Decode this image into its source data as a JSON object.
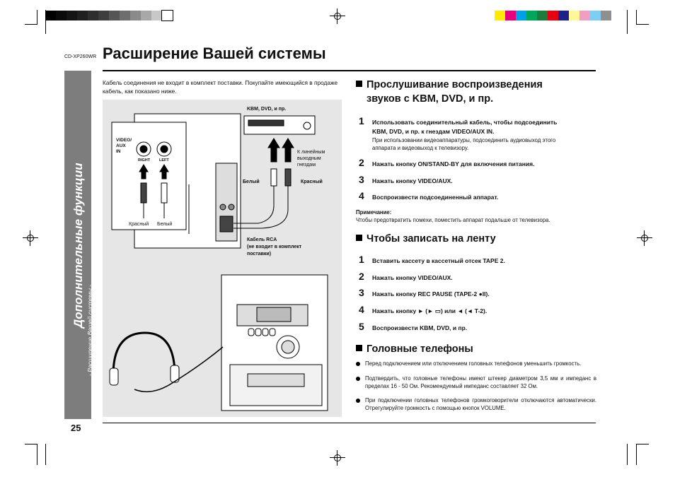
{
  "header": {
    "model": "CD-XP260WR",
    "title": "Расширение Вашей системы"
  },
  "side_tab": {
    "section": "Дополнительные функции",
    "subsection": "- Расширение Вашей системы -"
  },
  "page_number": "25",
  "intro_text": "Кабель соединения не входит в комплект поставки. Покупайте имеющийся в продаже кабель, как показано ниже.",
  "figure": {
    "label_source": "KBM, DVD, и пр.",
    "label_line_out": "К линейным выходным гнездам",
    "label_white": "Белый",
    "label_red": "Красный",
    "label_rca_1": "Кабель RCA",
    "label_rca_2": "(не входит в комплект",
    "label_rca_3": "поставки)",
    "label_jack_1": "VIDEO/",
    "label_jack_2": "AUX",
    "label_jack_3": "IN",
    "label_right": "RIGHT",
    "label_left": "LEFT",
    "label_inset_red": "Красный",
    "label_inset_white": "Белый"
  },
  "section1": {
    "heading_line1": "Прослушивание воспроизведения",
    "heading_line2": "звуков с KBM, DVD, и пр.",
    "step1_num": "1",
    "step1_line1": "Использовать соединительный кабель, чтобы подсоединить",
    "step1_line2": "KBM, DVD, и пр. к гнездам VIDEO/AUX IN.",
    "step1_note_line1": "При использовании видеоаппаратуры, подсоединить аудиовыход этого",
    "step1_note_line2": "аппарата и видеовыход к телевизору.",
    "step2_num": "2",
    "step2": "Нажать кнопку ON/STAND-BY для включения питания.",
    "step3_num": "3",
    "step3": "Нажать кнопку VIDEO/AUX.",
    "step4_num": "4",
    "step4": "Воспроизвести подсоединенный аппарат.",
    "note_title": "Примечание:",
    "note_text": "Чтобы предотвратить помехи, поместить аппарат подальше от телевизора."
  },
  "section2": {
    "heading": "Чтобы записать на ленту",
    "step1_num": "1",
    "step1": "Вставить кассету в кассетный отсек TAPE 2.",
    "step2_num": "2",
    "step2": "Нажать кнопку VIDEO/AUX.",
    "step3_num": "3",
    "step3": "Нажать кнопку REC PAUSE (TAPE-2 ●II).",
    "step4_num": "4",
    "step4": "Нажать кнопку ► (► ▭) или ◄ (◄ T-2).",
    "step5_num": "5",
    "step5": "Воспроизвести KBM, DVD, и пр."
  },
  "section3": {
    "heading": "Головные телефоны",
    "bullets": [
      "Перед подключением или отключением головных телефонов уменьшить громкость.",
      "Подтвердить, что головные телефоны имеют штекер диаметром 3,5 мм и импеданс в пределах 16 - 50 Ом. Рекомендуемый импеданс составляет 32 Ом.",
      "При подключении головных телефонов громкоговорители отключаются автоматически. Отрегулируйте громкость с помощью кнопок VOLUME."
    ]
  },
  "colors": {
    "tab_gray": "#7d7d7d",
    "figure_bg": "#e6e6e6",
    "left_bar": [
      "#000000",
      "#0a0a0a",
      "#141414",
      "#1f1f1f",
      "#2e2e2e",
      "#3d3d3d",
      "#555555",
      "#6e6e6e",
      "#8a8a8a",
      "#a8a8a8",
      "#c8c8c8",
      "#ffffff"
    ],
    "right_bar": [
      "#ffea00",
      "#e6007e",
      "#00a0e9",
      "#00a65a",
      "#1e7b3c",
      "#e60012",
      "#1d2088",
      "#fff799",
      "#f19ec2",
      "#7ecef4",
      "#8f8f8f"
    ]
  }
}
